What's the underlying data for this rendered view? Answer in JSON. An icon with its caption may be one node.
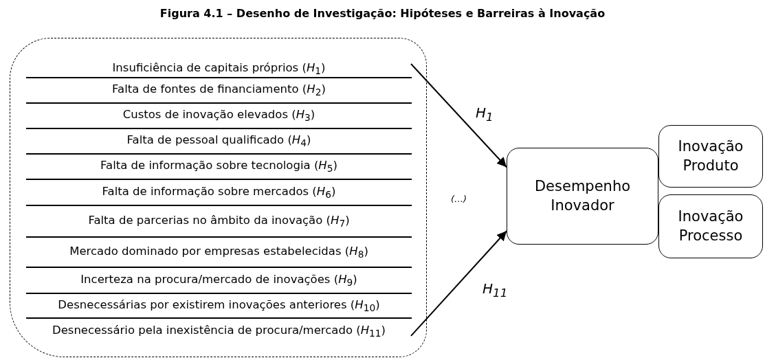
{
  "diagram": {
    "title": "Figura 4.1 – Desenho de Investigação: Hipóteses e Barreiras à Inovação",
    "nodes": [
      {
        "text": [],
        "shape": "box"
      },
      {
        "text": [
          "Insuficiência de capitais próprios (*H*$_{1}$)"
        ],
        "in": 0
      },
      {
        "text": [
          "Falta de fontes de financiamento (*H*$_{2}$)"
        ],
        "in": 0
      },
      {
        "text": [
          "Custos de inovação elevados (*H*$_{3}$)"
        ],
        "in": 0
      },
      {
        "text": [
          "Falta de pessoal qualificado (*H*$_{4}$)"
        ],
        "in": 0
      },
      {
        "text": [
          "Falta de informação sobre tecnologia (*H*$_{5}$)"
        ],
        "in": 0
      },
      {
        "text": [
          "Falta de informação sobre mercados (*H*$_{6}$)"
        ],
        "in": 0
      },
      {
        "text": [
          "Falta de parcerias no âmbito da inovação (*H*$_{7}$)"
        ],
        "in": 0
      },
      {
        "text": [
          "Mercado dominado por empresas estabelecidas (*H*$_{8}$)"
        ],
        "in": 0
      },
      {
        "text": [
          "Incerteza na procura/mercado de inovações (*H*$_{9}$)"
        ],
        "in": 0
      },
      {
        "text": [
          "Desnecessárias por existirem inovações anteriores (*H*$_{10}$)"
        ],
        "in": 0
      },
      {
        "text": [
          "Desnecessário pela inexistência de procura/mercado (*H*$_{11}$)"
        ],
        "in": 0
      },
      {
        "text": [
          "Desempenho Inovador"
        ]
      },
      {
        "text": [
          "Inovação Produto"
        ]
      },
      {
        "text": [
          "Inovação Processo"
        ]
      }
    ],
    "edges": [
      {
        "from": 1,
        "to": 12,
        "arrow": "to",
        "label": "H$_{1}$"
      },
      {
        "from": 11,
        "to": 12,
        "arrow": "to",
        "label": "H$_{11}$"
      }
    ],
    "labels": [
      "(…)"
    ]
  }
}
